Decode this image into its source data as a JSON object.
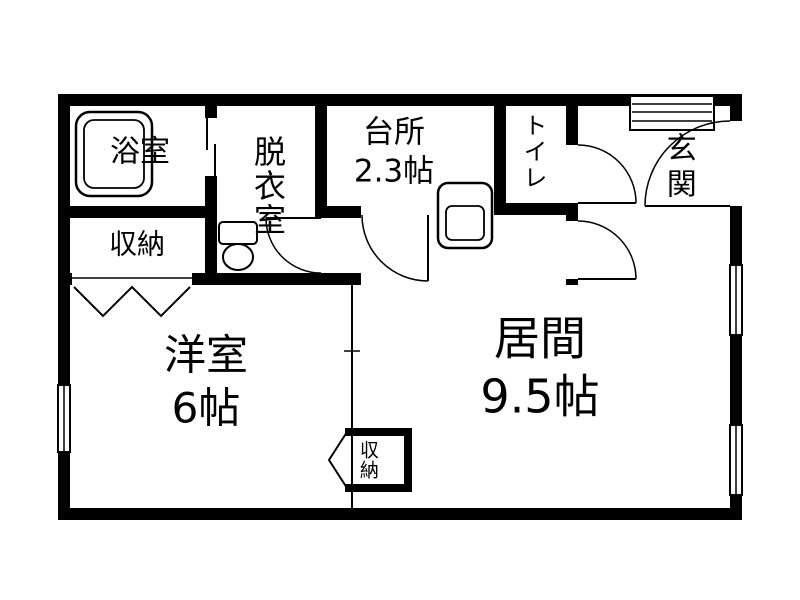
{
  "floorplan": {
    "background_color": "#ffffff",
    "wall_color": "#000000",
    "rooms": {
      "bath": {
        "label": "浴室"
      },
      "storage_top": {
        "label": "収納"
      },
      "dressing": {
        "label": "脱衣室"
      },
      "kitchen": {
        "label": "台所",
        "size": "2.3帖"
      },
      "toilet": {
        "label": "トイレ"
      },
      "entrance": {
        "label": "玄関"
      },
      "western": {
        "label": "洋室",
        "size": "6帖"
      },
      "living": {
        "label": "居間",
        "size": "9.5帖"
      },
      "storage_small": {
        "label": "収納"
      }
    },
    "fixtures": {
      "bathtub": "bathtub-icon",
      "washbasin": "washbasin-icon",
      "kitchen_sink": "kitchen-sink-icon",
      "louver_window": "louver-window-icon",
      "doors": "door-swing-arc",
      "windows": "window-symbol",
      "closet_doors": "folding-door-mark"
    }
  }
}
